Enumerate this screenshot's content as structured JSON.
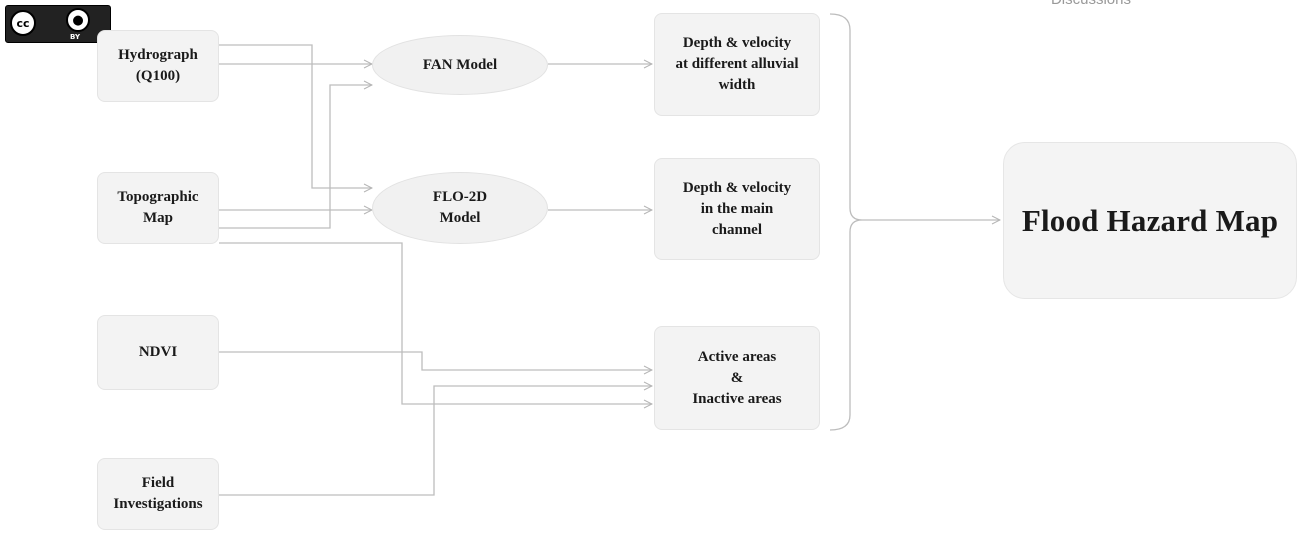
{
  "license": {
    "cc_label": "cc",
    "by_icon": "person-icon",
    "by_label": "BY"
  },
  "corner_text": "Discussions",
  "inputs": {
    "hydrograph": "Hydrograph\n(Q100)",
    "topographic": "Topographic\nMap",
    "ndvi": "NDVI",
    "field": "Field\nInvestigations"
  },
  "models": {
    "fan": "FAN Model",
    "flo2d": "FLO-2D\nModel"
  },
  "outputs": {
    "fan_out": "Depth & velocity\nat different alluvial\nwidth",
    "flo_out": "Depth & velocity\nin the main\nchannel",
    "active": "Active areas\n&\nInactive areas"
  },
  "result": "Flood Hazard Map",
  "colors": {
    "wire": "#b9b9b9",
    "box": "#f3f3f3"
  }
}
